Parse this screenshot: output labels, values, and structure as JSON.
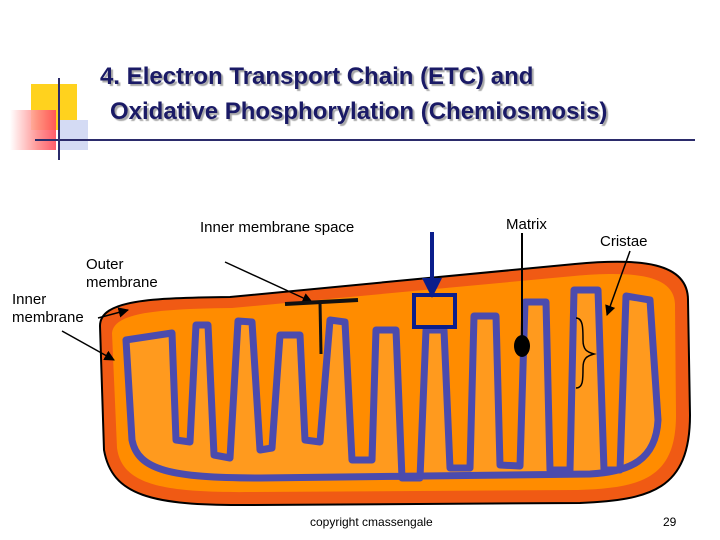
{
  "title": {
    "line1": "4.  Electron Transport Chain (ETC) and",
    "line2": "Oxidative Phosphorylation (Chemiosmosis)"
  },
  "labels": {
    "inner_membrane_space": "Inner membrane space",
    "outer_membrane": "Outer membrane",
    "inner_membrane": "Inner membrane",
    "matrix": "Matrix",
    "cristae": "Cristae"
  },
  "footer": {
    "copyright": "copyright cmassengale",
    "page_number": "29"
  },
  "colors": {
    "outer_membrane": "#f05a14",
    "intermembrane_space": "#ff8c00",
    "inner_membrane": "#4b4bae",
    "matrix": "#ff9a1e",
    "title": "#1a1a66",
    "arrow_blue": "#0a1e8c"
  }
}
